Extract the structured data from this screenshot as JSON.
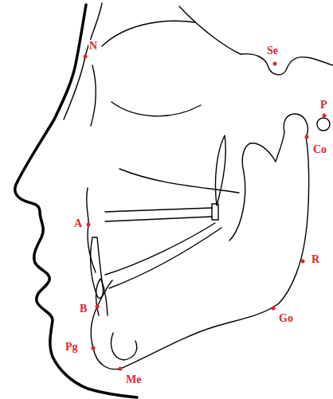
{
  "diagram": {
    "labels": [
      "N",
      "Se",
      "P",
      "Co",
      "A",
      "R",
      "B",
      "Go",
      "Pg",
      "Me"
    ]
  }
}
